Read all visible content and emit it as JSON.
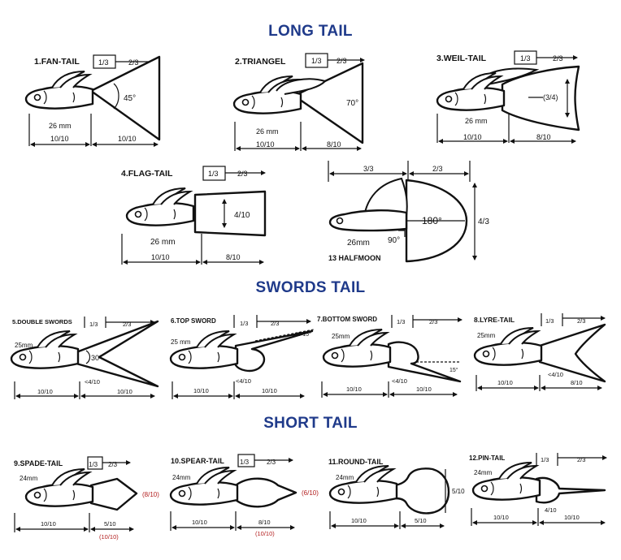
{
  "sections": {
    "long": "LONG TAIL",
    "swords": "SWORDS TAIL",
    "short": "SHORT TAIL"
  },
  "fish": {
    "fan": {
      "name": "1.FAN-TAIL",
      "r1": "1/3",
      "r2": "2/3",
      "angle": "45°",
      "len": "26 mm",
      "m1": "10/10",
      "m2": "10/10"
    },
    "triangel": {
      "name": "2.TRIANGEL",
      "r1": "1/3",
      "r2": "2/3",
      "angle": "70°",
      "len": "26 mm",
      "m1": "10/10",
      "m2": "8/10"
    },
    "weil": {
      "name": "3.WEIL-TAIL",
      "r1": "1/3",
      "r2": "2/3",
      "ratio": "(3/4)",
      "len": "26 mm",
      "m1": "10/10",
      "m2": "8/10"
    },
    "flag": {
      "name": "4.FLAG-TAIL",
      "r1": "1/3",
      "r2": "2/3",
      "ratio": "4/10",
      "len": "26 mm",
      "m1": "10/10",
      "m2": "8/10"
    },
    "halfmoon": {
      "name": "13 HALFMOON",
      "r1": "3/3",
      "r2": "2/3",
      "angle": "180°",
      "angle2": "90°",
      "side": "4/3",
      "len": "26mm"
    },
    "double": {
      "name": "5.DOUBLE SWORDS",
      "r1": "1/3",
      "r2": "2/3",
      "angle": "30°",
      "len": "25mm",
      "ratio": "<4/10",
      "m1": "10/10",
      "m2": "10/10"
    },
    "top": {
      "name": "6.TOP SWORD",
      "r1": "1/3",
      "r2": "2/3",
      "angle": "0-15°",
      "len": "25 mm",
      "ratio": "<4/10",
      "m1": "10/10",
      "m2": "10/10"
    },
    "bottom": {
      "name": "7.BOTTOM SWORD",
      "r1": "1/3",
      "r2": "2/3",
      "angle": "15°",
      "len": "25mm",
      "ratio": "<4/10",
      "m1": "10/10",
      "m2": "10/10"
    },
    "lyre": {
      "name": "8.LYRE-TAIL",
      "r1": "1/3",
      "r2": "2/3",
      "len": "25mm",
      "ratio": "<4/10",
      "m1": "10/10",
      "m2": "8/10"
    },
    "spade": {
      "name": "9.SPADE-TAIL",
      "r1": "1/3",
      "r2": "2/3",
      "len": "24mm",
      "ratio": "(8/10)",
      "m1": "10/10",
      "m2": "5/10",
      "m3": "(10/10)"
    },
    "spear": {
      "name": "10.SPEAR-TAIL",
      "r1": "1/3",
      "r2": "2/3",
      "len": "24mm",
      "ratio": "(6/10)",
      "m1": "10/10",
      "m2": "8/10",
      "m3": "(10/10)"
    },
    "round": {
      "name": "11.ROUND-TAIL",
      "len": "24mm",
      "ratio": "5/10",
      "m1": "10/10",
      "m2": "5/10"
    },
    "pin": {
      "name": "12.PIN-TAIL",
      "r1": "1/3",
      "r2": "2/3",
      "len": "24mm",
      "ratio": "4/10",
      "m1": "10/10",
      "m2": "10/10"
    }
  },
  "colors": {
    "heading": "#1f3a8a",
    "note": "#b32020",
    "ink": "#111111"
  }
}
